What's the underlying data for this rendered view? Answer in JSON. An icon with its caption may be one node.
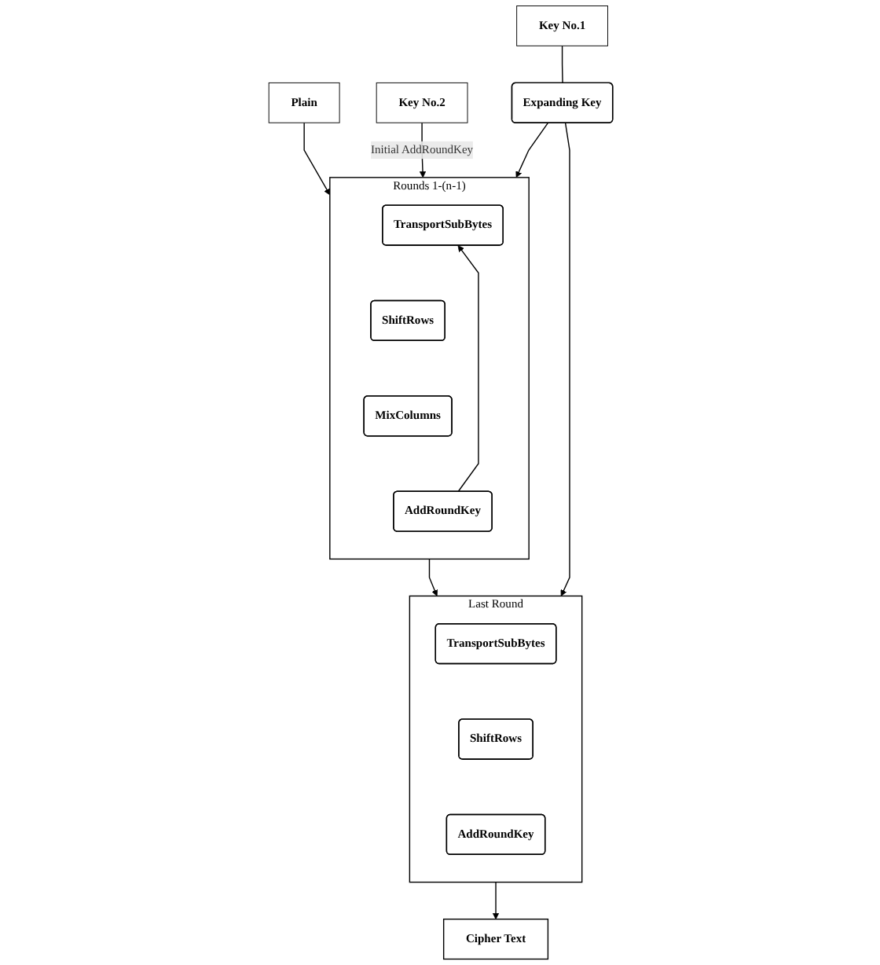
{
  "diagram": {
    "nodes": [
      {
        "text": [
          "Plain"
        ]
      },
      {
        "text": [
          "Key No.2"
        ]
      },
      {
        "text": [
          "Key No.1"
        ]
      },
      {
        "text": [
          "Rounds 1-(n-1)"
        ]
      },
      {
        "text": [
          "TransportSubBytes"
        ],
        "in": 3
      },
      {
        "text": [
          "ShiftRows"
        ],
        "in": 3
      },
      {
        "text": [
          "MixColumns"
        ],
        "in": 3
      },
      {
        "text": [
          "AddRoundKey"
        ],
        "in": 3
      },
      {
        "text": [
          "Expanding Key"
        ]
      },
      {
        "text": [
          "Last Round"
        ]
      },
      {
        "text": [
          "TransportSubBytes"
        ],
        "in": 9
      },
      {
        "text": [
          "ShiftRows"
        ],
        "in": 9
      },
      {
        "text": [
          "AddRoundKey"
        ],
        "in": 9
      },
      {
        "text": [
          "Cipher Text"
        ]
      }
    ],
    "edges": [
      {
        "from": 0,
        "to": 3,
        "arrow": "to"
      },
      {
        "from": 1,
        "to": 3,
        "label": "Initial AddRoundKey",
        "arrow": "to"
      },
      {
        "from": 7,
        "to": 4,
        "arrow": "to"
      },
      {
        "from": 2,
        "to": 8,
        "arrow": "none"
      },
      {
        "from": 8,
        "to": 3,
        "arrow": "to"
      },
      {
        "from": 3,
        "to": 9,
        "arrow": "to"
      },
      {
        "from": 8,
        "to": 9,
        "arrow": "to"
      },
      {
        "from": 9,
        "to": 13,
        "arrow": "to"
      }
    ]
  }
}
